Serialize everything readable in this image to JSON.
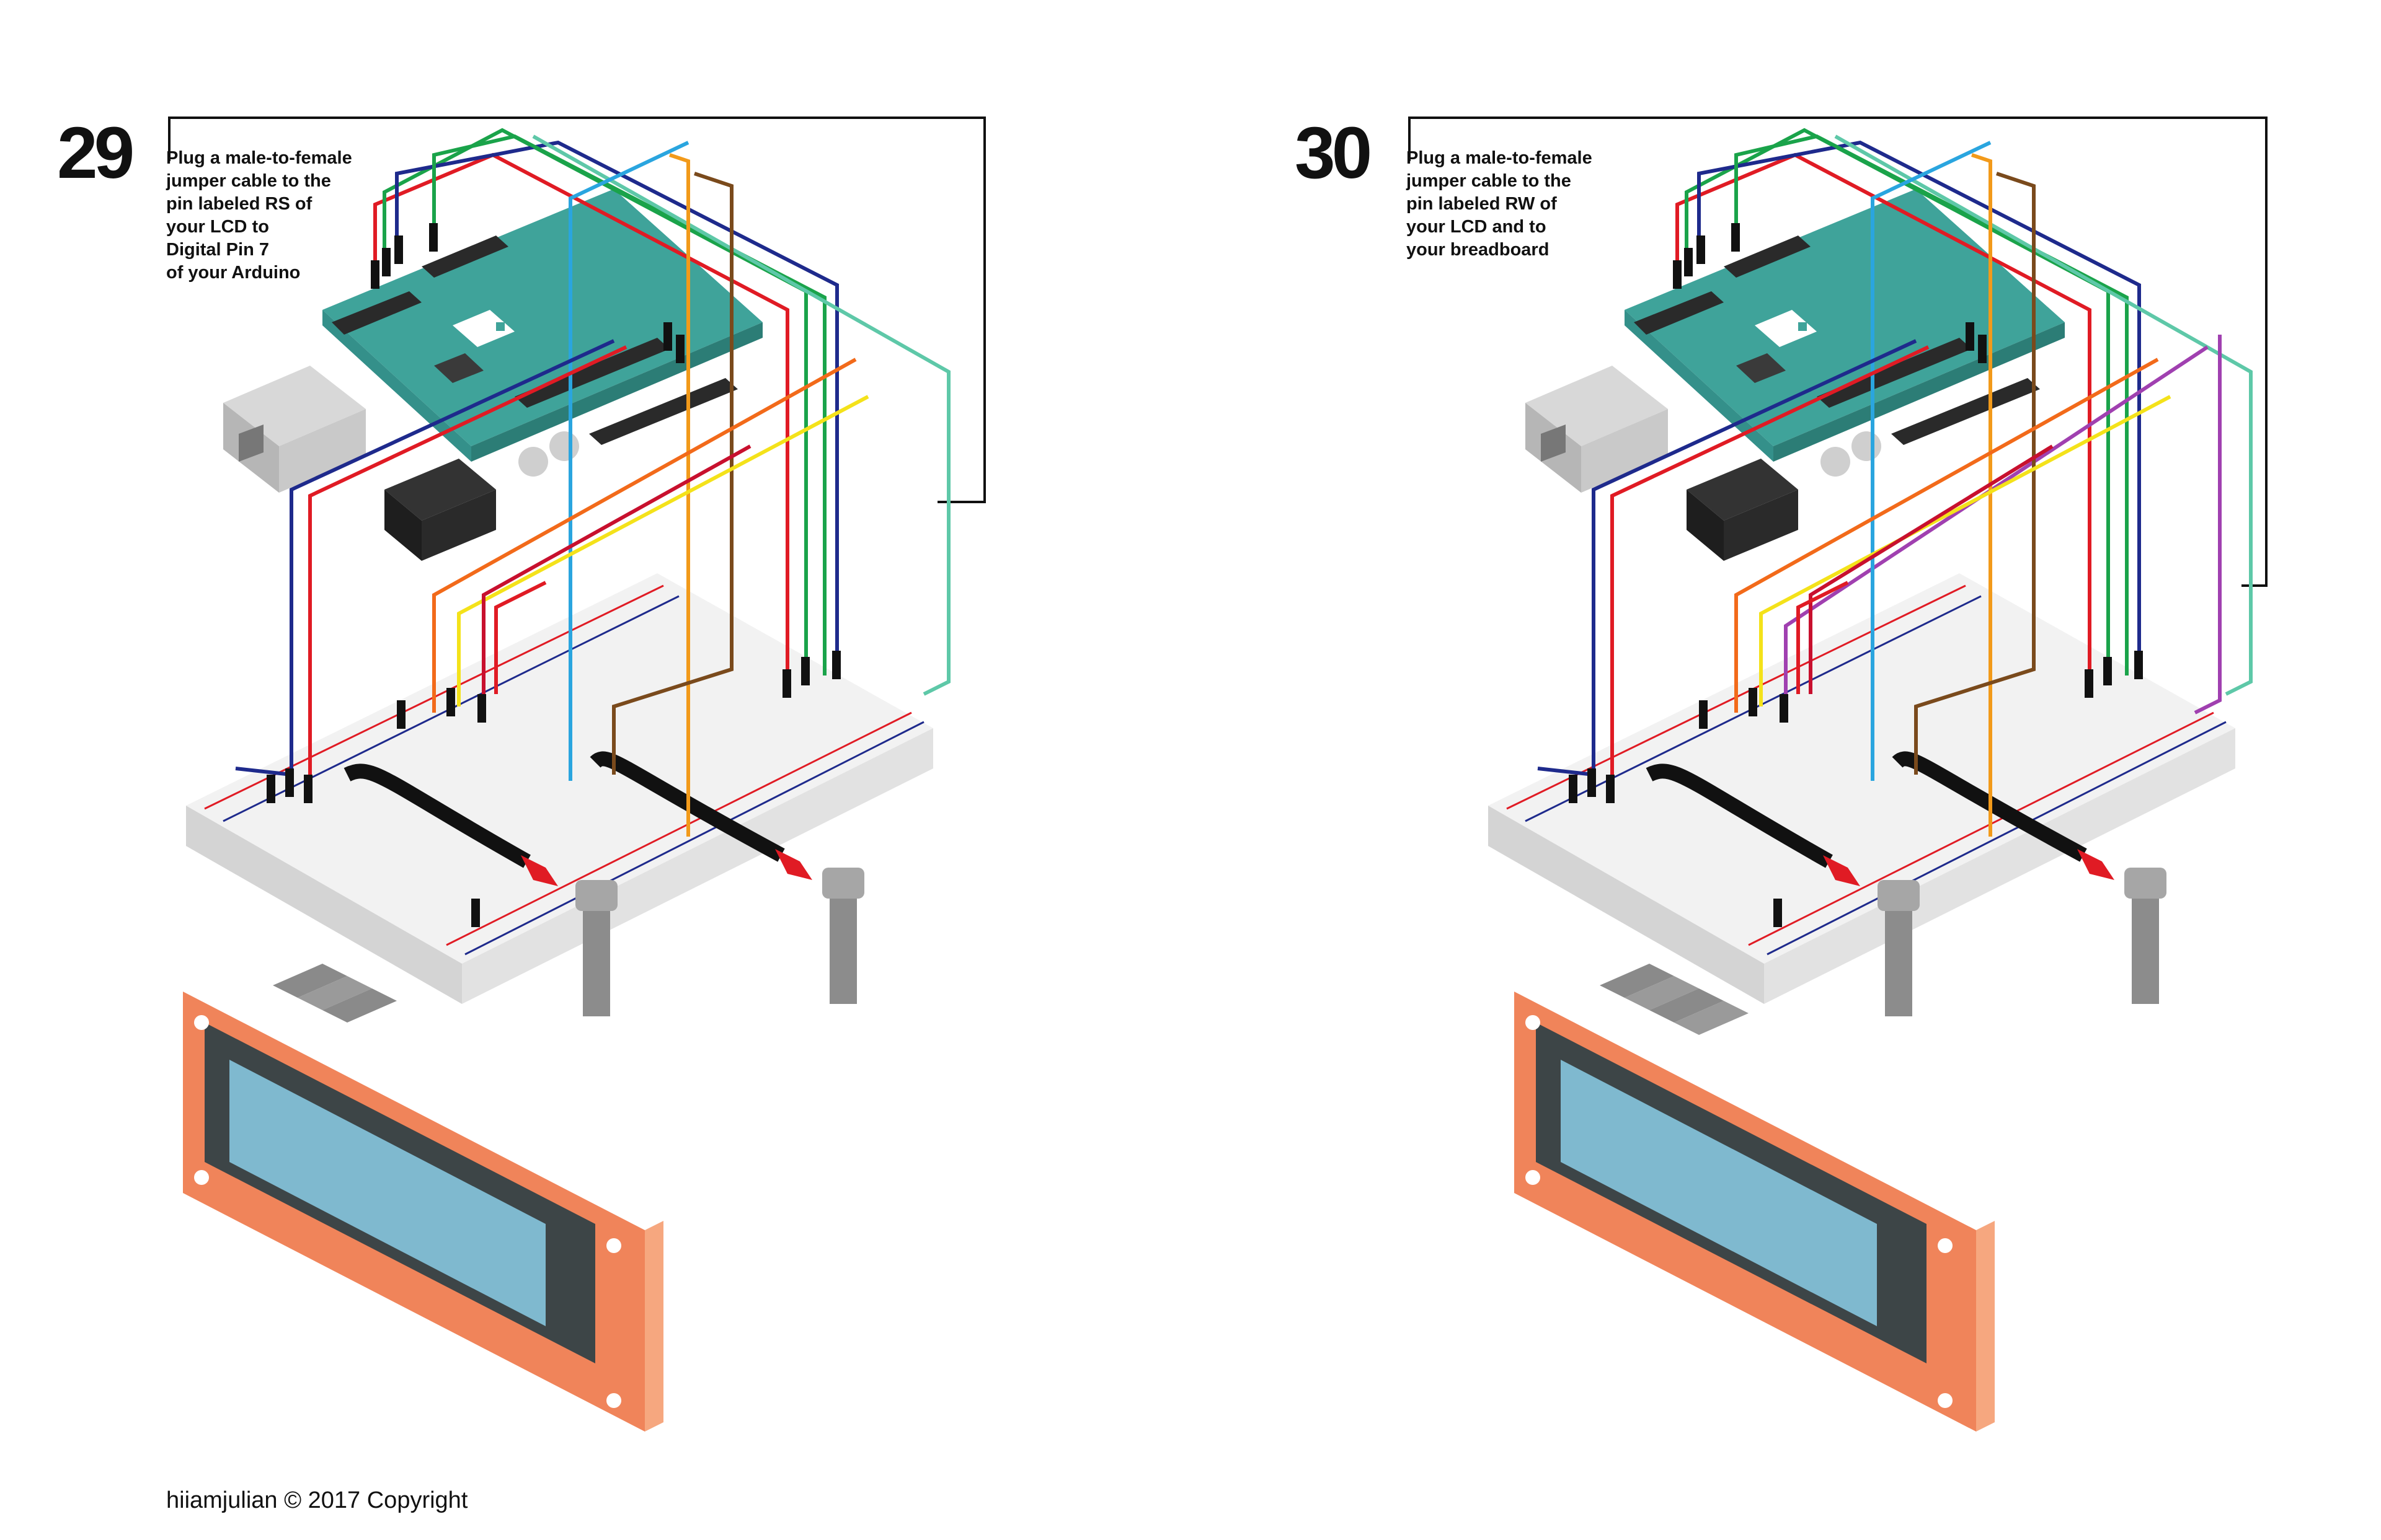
{
  "steps": [
    {
      "number": "29",
      "instruction_lines": [
        "Plug a male-to-female",
        "jumper cable to the",
        "pin labeled RS of",
        "your LCD to",
        "Digital Pin 7",
        "of your Arduino"
      ]
    },
    {
      "number": "30",
      "instruction_lines": [
        "Plug a male-to-female",
        "jumper cable to the",
        "pin labeled RW of",
        "your LCD and to",
        "your breadboard"
      ]
    }
  ],
  "footer": {
    "copyright": "hiiamjulian © 2017 Copyright"
  },
  "colors": {
    "arduino_board": "#3fa39a",
    "breadboard": "#ececec",
    "lcd_frame": "#f0845a",
    "lcd_screen": "#7fb9cf",
    "wire_red": "#e01b24",
    "wire_blue": "#1e2a8c",
    "wire_green": "#1aa34a",
    "wire_orange": "#f29a1a",
    "wire_yellow": "#f4e21a",
    "wire_brown": "#7a4a1c",
    "wire_cyan": "#2aa5df",
    "wire_teal": "#5ec8a8",
    "wire_purple": "#a040b0",
    "wire_black": "#111111"
  }
}
